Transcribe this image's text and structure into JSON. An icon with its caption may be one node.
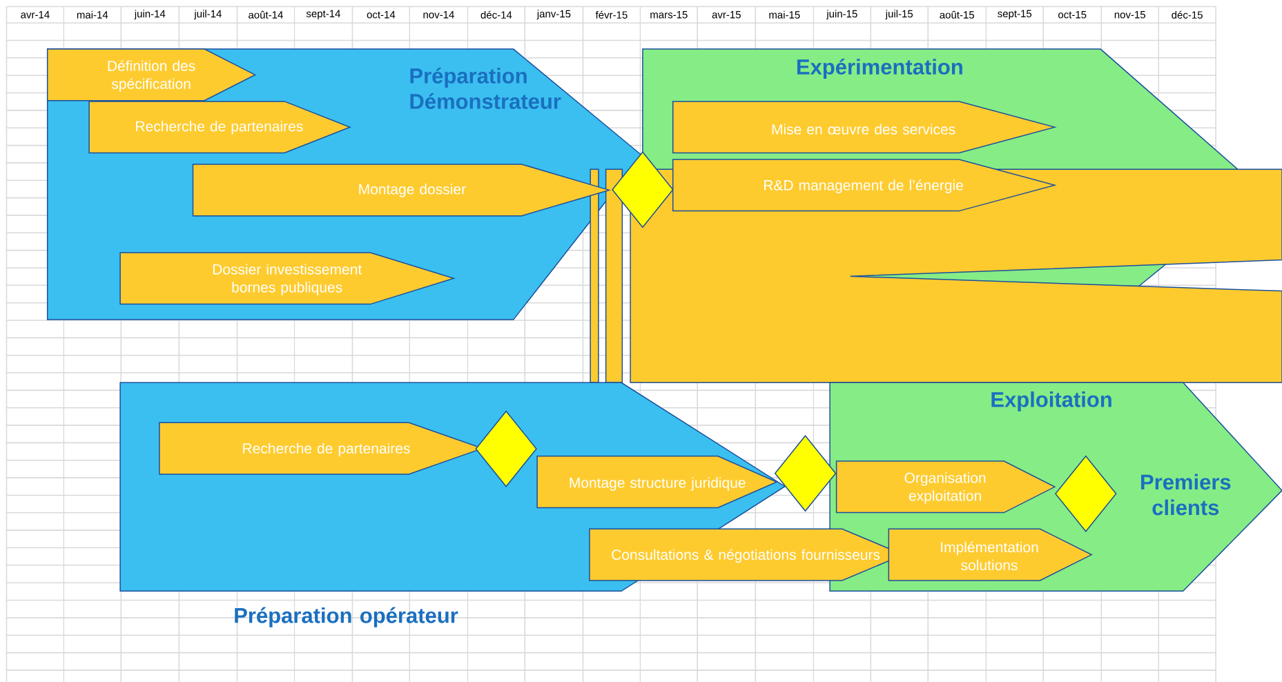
{
  "diagram": {
    "nodes": [
      {
        "text": [
          "Préparation Démonstrateur"
        ]
      },
      {
        "text": [
          "Définition des spécification"
        ],
        "in": 0
      },
      {
        "text": [
          "Recherche de partenaires"
        ],
        "in": 0
      },
      {
        "text": [
          "Montage dossier"
        ],
        "in": 0
      },
      {
        "text": [
          "Dossier investissement bornes publiques"
        ],
        "in": 0
      },
      {
        "text": [],
        "shape": "diamond"
      },
      {
        "text": [
          "Expérimentation"
        ]
      },
      {
        "text": [
          "Mise en œuvre des services"
        ],
        "in": 6
      },
      {
        "text": [
          "R&D management de l’énergie"
        ],
        "in": 6
      },
      {
        "text": [
          "Préparation opérateur"
        ]
      },
      {
        "text": [
          "Recherche de partenaires"
        ],
        "in": 9
      },
      {
        "text": [],
        "shape": "diamond",
        "in": 9
      },
      {
        "text": [
          "Montage structure juridique"
        ],
        "in": 9
      },
      {
        "text": [
          "Consultations & négotiations fournisseurs"
        ]
      },
      {
        "text": [],
        "shape": "diamond"
      },
      {
        "text": [
          "Exploitation",
          "Premiers clients"
        ]
      },
      {
        "text": [
          "Organisation exploitation"
        ],
        "in": 15
      },
      {
        "text": [
          "Implémentation solutions"
        ],
        "in": 15
      },
      {
        "text": [],
        "shape": "diamond",
        "in": 15
      }
    ],
    "labels": [
      "avr-14",
      "mai-14",
      "juin-14",
      "juil-14",
      "août-14",
      "sept-14",
      "oct-14",
      "nov-14",
      "déc-14",
      "janv-15",
      "févr-15",
      "mars-15",
      "avr-15",
      "mai-15",
      "juin-15",
      "juil-15",
      "août-15",
      "sept-15",
      "oct-15",
      "nov-15",
      "déc-15"
    ]
  }
}
